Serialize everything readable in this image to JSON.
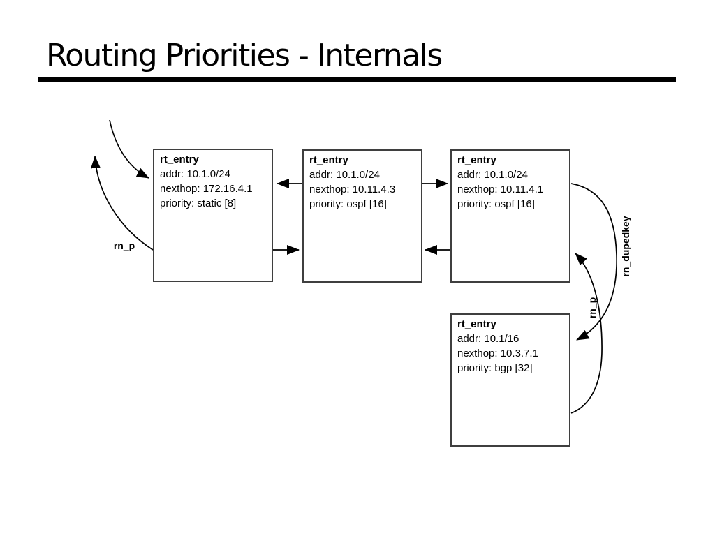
{
  "slide": {
    "title": "Routing Priorities - Internals"
  },
  "nodes": [
    {
      "name": "rt_entry",
      "lines": [
        "addr: 10.1.0/24",
        "nexthop: 172.16.4.1",
        "priority: static [8]"
      ]
    },
    {
      "name": "rt_entry",
      "lines": [
        "addr: 10.1.0/24",
        "nexthop: 10.11.4.3",
        "priority: ospf [16]"
      ]
    },
    {
      "name": "rt_entry",
      "lines": [
        "addr: 10.1.0/24",
        "nexthop: 10.11.4.1",
        "priority: ospf [16]"
      ]
    },
    {
      "name": "rt_entry",
      "lines": [
        "addr: 10.1/16",
        "nexthop: 10.3.7.1",
        "priority: bgp [32]"
      ]
    }
  ],
  "labels": {
    "rn_p_left": "rn_p",
    "rn_p_right": "rn_p",
    "rn_dupedkey": "rn_dupedkey"
  },
  "colors": {
    "background": "#ffffff",
    "text": "#000000",
    "line": "#000000",
    "box_border": "#3f3f3f"
  }
}
